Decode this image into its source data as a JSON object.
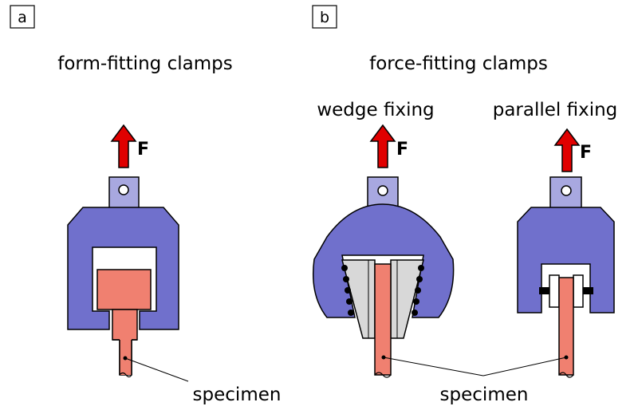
{
  "panels": [
    {
      "letter": "a",
      "title": "form-fitting clamps"
    },
    {
      "letter": "b",
      "title": "force-fitting clamps"
    }
  ],
  "subtitles": {
    "wedge": "wedge fixing",
    "parallel": "parallel fixing"
  },
  "force_label": "F",
  "specimen_labels": [
    "specimen",
    "specimen"
  ],
  "colors": {
    "clamp": "#7070cc",
    "lug": "#a8a8e0",
    "specimen": "#f08070",
    "arrow": "#e00000",
    "wedge": "#d8d8d8"
  }
}
